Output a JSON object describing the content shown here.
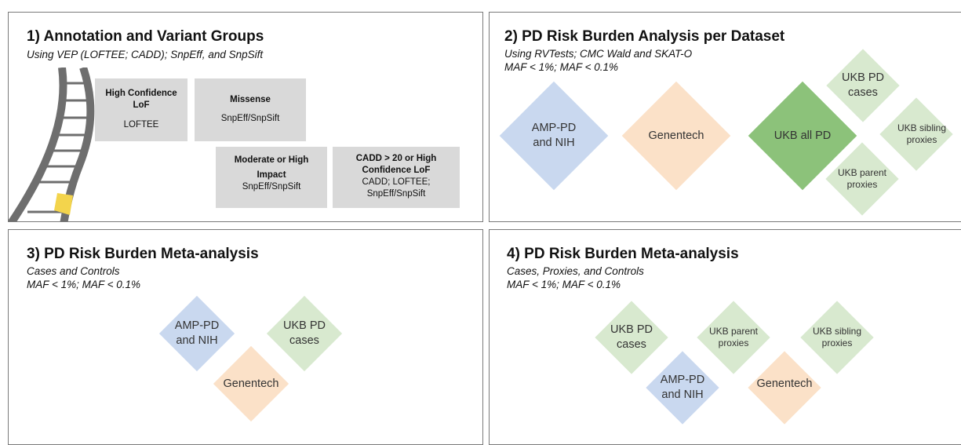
{
  "panel1": {
    "title": "1) Annotation and Variant Groups",
    "subtitle": "Using VEP (LOFTEE; CADD); SnpEff, and SnpSift",
    "groups": [
      {
        "title_lines": [
          "High Confidence",
          "LoF"
        ],
        "tool": "LOFTEE"
      },
      {
        "title_lines": [
          "Missense"
        ],
        "tool": "SnpEff/SnpSift"
      },
      {
        "title_lines": [
          "Moderate or High",
          "Impact"
        ],
        "tool": "SnpEff/SnpSift"
      },
      {
        "title_lines": [
          "CADD > 20 or High",
          "Confidence LoF"
        ],
        "tool_lines": [
          "CADD; LOFTEE;",
          "SnpEff/SnpSift"
        ]
      }
    ]
  },
  "panel2": {
    "title": "2) PD Risk Burden Analysis per Dataset",
    "subtitle": "Using RVTests; CMC Wald and SKAT-O",
    "maf": "MAF < 1%; MAF < 0.1%",
    "datasets": {
      "amp": [
        "AMP-PD",
        "and NIH"
      ],
      "genentech": "Genentech",
      "ukb_all": "UKB all PD",
      "ukb_cases": [
        "UKB PD",
        "cases"
      ],
      "ukb_sibling": [
        "UKB sibling",
        "proxies"
      ],
      "ukb_parent": [
        "UKB parent",
        "proxies"
      ]
    }
  },
  "panel3": {
    "title": "3) PD Risk Burden Meta-analysis",
    "subtitle": "Cases and Controls",
    "maf": "MAF < 1%; MAF < 0.1%",
    "datasets": {
      "amp": [
        "AMP-PD",
        "and NIH"
      ],
      "ukb_cases": [
        "UKB PD",
        "cases"
      ],
      "genentech": "Genentech"
    }
  },
  "panel4": {
    "title": "4) PD Risk Burden Meta-analysis",
    "subtitle": "Cases, Proxies, and Controls",
    "maf": "MAF < 1%; MAF < 0.1%",
    "datasets": {
      "ukb_cases": [
        "UKB PD",
        "cases"
      ],
      "ukb_parent": [
        "UKB parent",
        "proxies"
      ],
      "ukb_sibling": [
        "UKB sibling",
        "proxies"
      ],
      "amp": [
        "AMP-PD",
        "and NIH"
      ],
      "genentech": "Genentech"
    }
  },
  "colors": {
    "amp": "#c9d8ef",
    "genentech": "#fbe1c8",
    "ukb_light": "#d8e9cf",
    "ukb_all": "#8cc27a",
    "group_box": "#d9d9d9",
    "dna_strand": "#6e6e6e",
    "dna_highlight": "#f3d44c"
  },
  "icons": {
    "dna": "dna-helix-icon"
  }
}
